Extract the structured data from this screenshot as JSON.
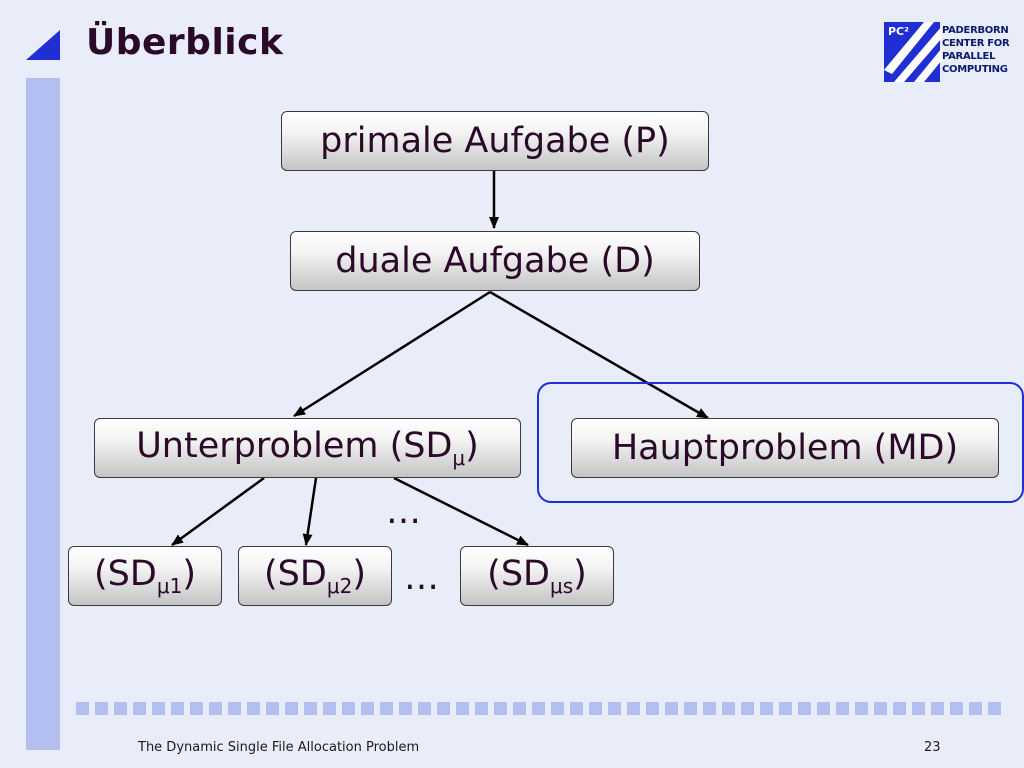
{
  "slide": {
    "title": "Überblick",
    "footer": "The Dynamic Single File Allocation Problem",
    "page_number": "23"
  },
  "logo": {
    "badge": "PC²",
    "lines": [
      "PADERBORN",
      "CENTER FOR",
      "PARALLEL",
      "COMPUTING"
    ]
  },
  "diagram": {
    "nodes": {
      "primal": "primale Aufgabe (P)",
      "dual": "duale Aufgabe (D)",
      "sub": {
        "text": "Unterproblem (SD",
        "sub": "μ",
        "close": ")"
      },
      "main": "Hauptproblem (MD)",
      "sd1": {
        "text": "(SD",
        "sub": "μ1",
        "close": ")"
      },
      "sd2": {
        "text": "(SD",
        "sub": "μ2",
        "close": ")"
      },
      "sds": {
        "text": "(SD",
        "sub": "μs",
        "close": ")"
      }
    },
    "ellipsis_mid": "…",
    "ellipsis_bottom": "…"
  },
  "colors": {
    "sidebar": "#b3bff0",
    "highlight": "#1f2fd4",
    "background": "#e9edf9"
  }
}
